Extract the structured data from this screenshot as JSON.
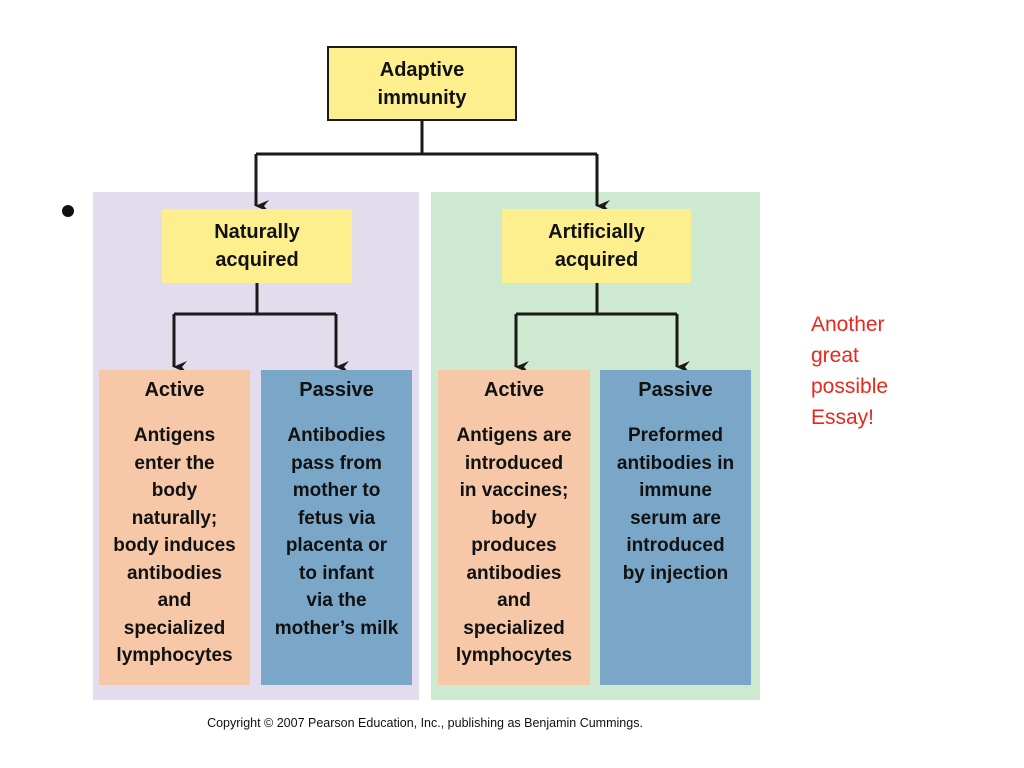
{
  "diagram": {
    "root": {
      "label": "Adaptive\nimmunity"
    },
    "branches": [
      {
        "label": "Naturally\nacquired",
        "children": [
          {
            "title": "Active",
            "description": "Antigens\nenter the\nbody\nnaturally;\nbody induces\nantibodies\nand\nspecialized\nlymphocytes"
          },
          {
            "title": "Passive",
            "description": "Antibodies\npass from\nmother to\nfetus via\nplacenta or\nto infant\nvia the\nmother’s milk"
          }
        ]
      },
      {
        "label": "Artificially\nacquired",
        "children": [
          {
            "title": "Active",
            "description": "Antigens are\nintroduced\nin vaccines;\nbody\nproduces\nantibodies\nand\nspecialized\nlymphocytes"
          },
          {
            "title": "Passive",
            "description": "Preformed\nantibodies in\nimmune\nserum are\nintroduced\nby injection"
          }
        ]
      }
    ],
    "copyright": "Copyright © 2007 Pearson Education, Inc., publishing as Benjamin Cummings."
  },
  "note": {
    "text": "Another\ngreat\npossible\nEssay!",
    "color": "#e8281e"
  },
  "colors": {
    "yellow": "#fdee8e",
    "natural_panel": "#e2dcec",
    "artificial_panel": "#cde9cf",
    "active": "#f6c8a8",
    "passive": "#7aa7c7",
    "line": "#1a1a1a"
  }
}
